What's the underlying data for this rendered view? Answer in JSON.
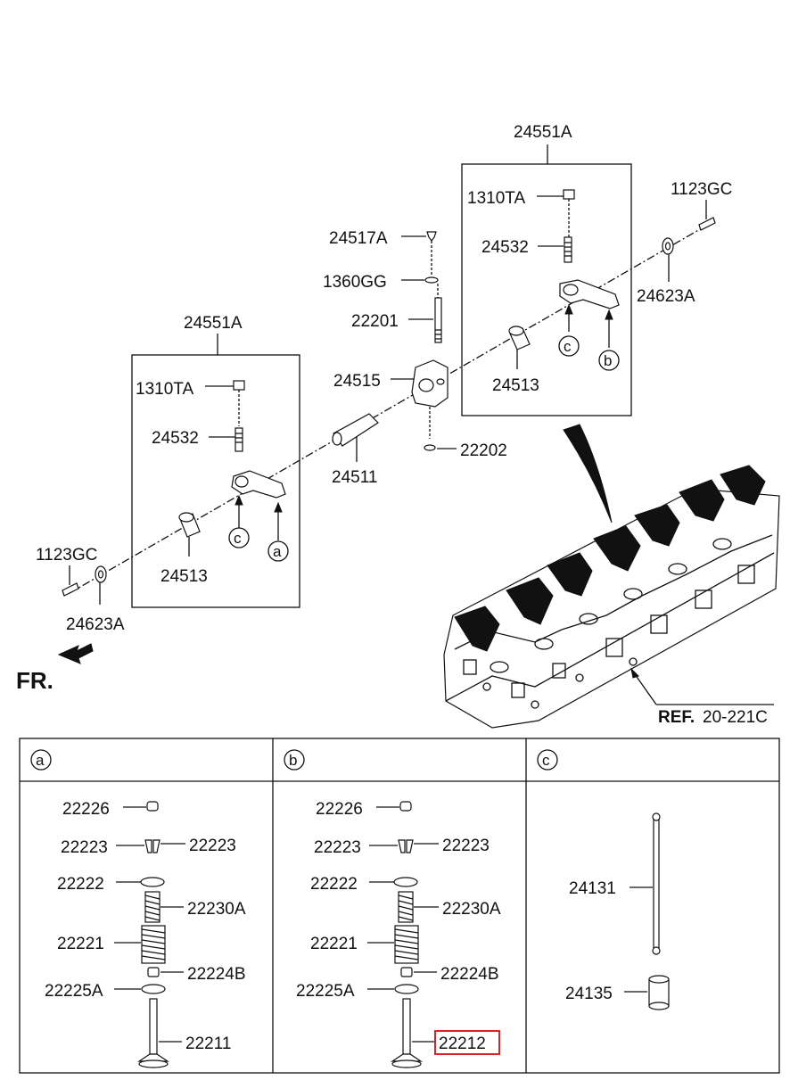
{
  "top": {
    "group_right": {
      "title": "24551A",
      "p1310": "1310TA",
      "p24532": "24532",
      "p24513": "24513",
      "mark_c": "c",
      "mark_b": "b"
    },
    "group_left": {
      "title": "24551A",
      "p1310": "1310TA",
      "p24532": "24532",
      "p24513": "24513",
      "mark_c": "c",
      "mark_a": "a"
    },
    "p1123_right": "1123GC",
    "p24623_right": "24623A",
    "p1123_left": "1123GC",
    "p24623_left": "24623A",
    "p24517": "24517A",
    "p1360": "1360GG",
    "p22201": "22201",
    "p24515": "24515",
    "p22202": "22202",
    "p24511": "24511",
    "fr": "FR.",
    "ref_bold": "REF.",
    "ref_num": "20-221C"
  },
  "panels": [
    {
      "mark": "a",
      "p22226": "22226",
      "p22223_l": "22223",
      "p22223_r": "22223",
      "p22222": "22222",
      "p22230": "22230A",
      "p22221": "22221",
      "p22224": "22224B",
      "p22225": "22225A",
      "valve": "22211"
    },
    {
      "mark": "b",
      "p22226": "22226",
      "p22223_l": "22223",
      "p22223_r": "22223",
      "p22222": "22222",
      "p22230": "22230A",
      "p22221": "22221",
      "p22224": "22224B",
      "p22225": "22225A",
      "valve": "22212"
    },
    {
      "mark": "c",
      "p24131": "24131",
      "p24135": "24135"
    }
  ],
  "highlight_color": "#e02020"
}
